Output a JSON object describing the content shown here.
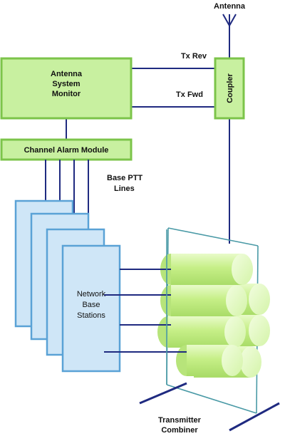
{
  "labels": {
    "antenna": "Antenna",
    "tx_rev": "Tx Rev",
    "tx_fwd": "Tx Fwd",
    "coupler": "Coupler",
    "asm_line1": "Antenna",
    "asm_line2": "System",
    "asm_line3": "Monitor",
    "channel_alarm": "Channel Alarm Module",
    "ptt_line1": "Base PTT",
    "ptt_line2": "Lines",
    "nbs_line1": "Network",
    "nbs_line2": "Base",
    "nbs_line3": "Stations",
    "combiner_line1": "Transmitter",
    "combiner_line2": "Combiner"
  },
  "colors": {
    "green_fill": "#c8f0a0",
    "green_stroke": "#7cc44a",
    "blue_fill": "#cfe6f7",
    "blue_stroke": "#5aa2d6",
    "wire": "#1f2a80",
    "frame": "#4a9aa6",
    "cylinder": "#c9f08e"
  }
}
